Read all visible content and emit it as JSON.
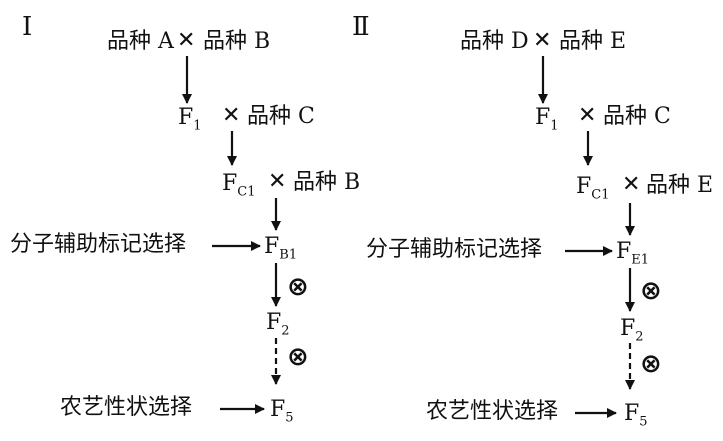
{
  "panels": [
    {
      "numeral": "Ⅰ",
      "parent_a": "品种 A",
      "parent_b": "品种 B",
      "cross_symbol": "✕",
      "f1": {
        "base": "F",
        "sub": "1"
      },
      "cross2_parent": "品种 C",
      "fc1": {
        "base": "F",
        "sub": "C1"
      },
      "cross3_parent": "品种 B",
      "selection1_label": "分子辅助标记选择",
      "fb1": {
        "base": "F",
        "sub": "B1"
      },
      "selfing_symbol": "⊗",
      "f2": {
        "base": "F",
        "sub": "2"
      },
      "selection2_label": "农艺性状选择",
      "f5": {
        "base": "F",
        "sub": "5"
      }
    },
    {
      "numeral": "Ⅱ",
      "parent_a": "品种 D",
      "parent_b": "品种 E",
      "cross_symbol": "✕",
      "f1": {
        "base": "F",
        "sub": "1"
      },
      "cross2_parent": "品种 C",
      "fc1": {
        "base": "F",
        "sub": "C1"
      },
      "cross3_parent": "品种 E",
      "selection1_label": "分子辅助标记选择",
      "fb1": {
        "base": "F",
        "sub": "E1"
      },
      "selfing_symbol": "⊗",
      "f2": {
        "base": "F",
        "sub": "2"
      },
      "selection2_label": "农艺性状选择",
      "f5": {
        "base": "F",
        "sub": "5"
      }
    }
  ]
}
